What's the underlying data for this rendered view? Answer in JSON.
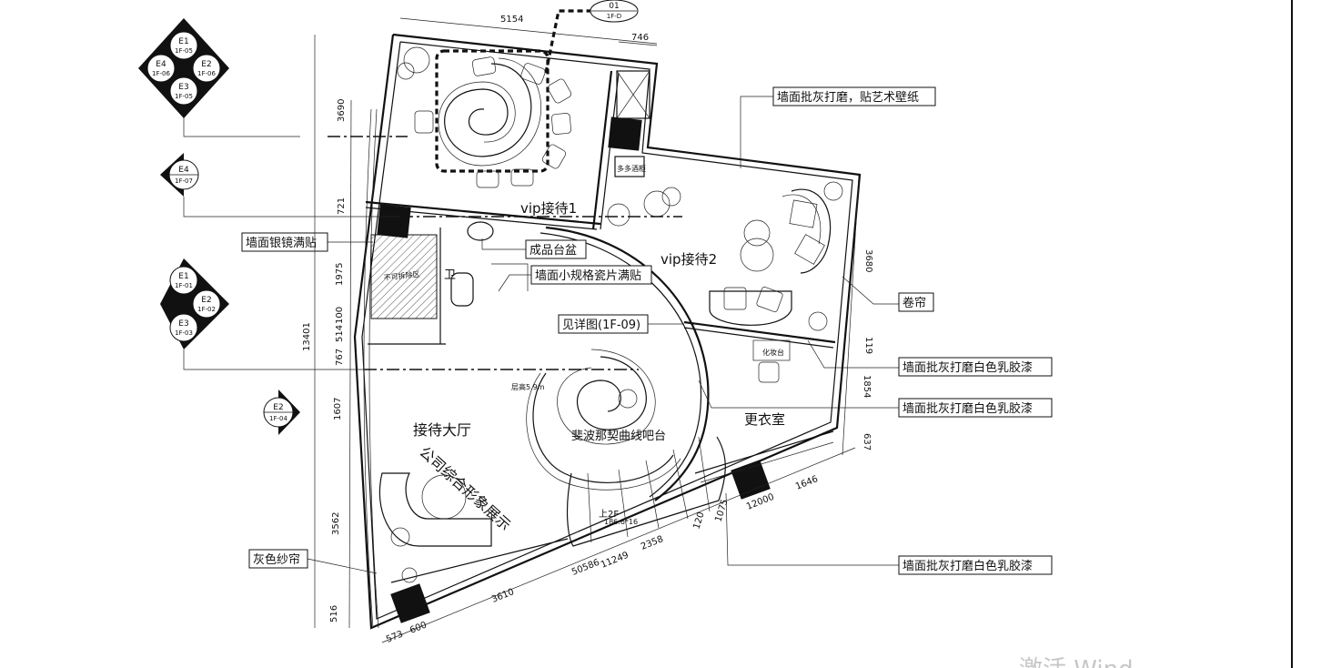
{
  "rooms": {
    "vip1": "vip接待1",
    "vip2": "vip接待2",
    "lobby": "接待大厅",
    "exhibition": "公司综合形象展示",
    "bar": "斐波那契曲线吧台",
    "changing": "更衣室",
    "restricted": "不可拆除区",
    "toilet": "卫",
    "stairs": "上2F",
    "stairs_sub": "186.6*16",
    "ceiling": "层高5.9m",
    "vanity": "化妆台",
    "multi": "多多酒柜"
  },
  "callouts": {
    "top_wall": "墙面批灰打磨，贴艺术壁纸",
    "mirror": "墙面银镜满贴",
    "basin": "成品台盆",
    "tiles": "墙面小规格瓷片满贴",
    "detail": "见详图(1F-09)",
    "curtain_roll": "卷帘",
    "latex1": "墙面批灰打磨白色乳胶漆",
    "latex2": "墙面批灰打磨白色乳胶漆",
    "latex3": "墙面批灰打磨白色乳胶漆",
    "gauze": "灰色纱帘"
  },
  "section_tag": {
    "top": "01",
    "bottom": "1F-D"
  },
  "elevations": {
    "cluster1": {
      "e1": "E1",
      "e1c": "1F-05",
      "e2": "E2",
      "e2c": "1F-06",
      "e3": "E3",
      "e3c": "1F-05",
      "e4": "E4",
      "e4c": "1F-06"
    },
    "single1": {
      "e": "E4",
      "c": "1F-07"
    },
    "cluster2": {
      "e1": "E1",
      "e1c": "1F-01",
      "e2": "E2",
      "e2c": "1F-02",
      "e3": "E3",
      "e3c": "1F-03"
    },
    "single2": {
      "e": "E2",
      "c": "1F-04"
    }
  },
  "dimensions": {
    "top": "5154",
    "top_right": "746",
    "left_total": "13401",
    "left_3690": "3690",
    "left_721": "721",
    "left_1975": "1975",
    "left_100": "100",
    "left_514": "514",
    "left_767": "767",
    "left_1607": "1607",
    "left_3562": "3562",
    "left_516": "516",
    "right_3680": "3680",
    "right_119": "119",
    "right_1854": "1854",
    "right_637": "637",
    "bot_573": "573",
    "bot_600": "600",
    "bot_3610": "3610",
    "bot_50586": "50586",
    "bot_11249": "11249",
    "bot_2358": "2358",
    "bot_120": "120",
    "bot_1075": "1075",
    "bot_12000": "12000",
    "bot_1646": "1646"
  },
  "watermark": "激活 Wind"
}
